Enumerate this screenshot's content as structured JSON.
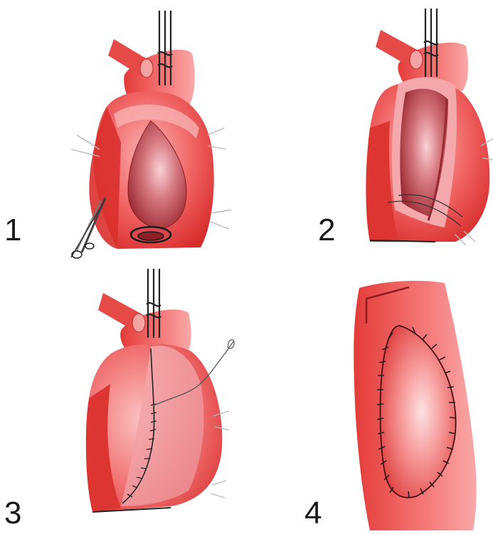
{
  "panels": [
    {
      "id": "panel-1",
      "label": "1"
    },
    {
      "id": "panel-2",
      "label": "2"
    },
    {
      "id": "panel-3",
      "label": "3"
    },
    {
      "id": "panel-4",
      "label": "4"
    }
  ],
  "colors": {
    "tissue_light": "#f6a0a0",
    "tissue_mid": "#ee5a5a",
    "tissue_dark": "#d8332f",
    "lumen_light": "#f7c8cc",
    "lumen_dark": "#a8323a",
    "outline": "#222222",
    "suture": "#333333"
  }
}
